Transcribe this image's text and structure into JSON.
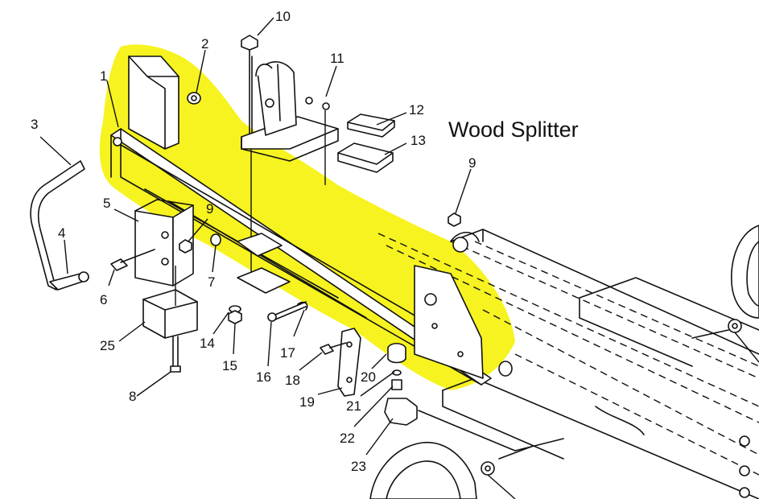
{
  "title": "Wood Splitter",
  "highlight_color": "#F6F320",
  "callouts": [
    {
      "id": "1",
      "label": "1"
    },
    {
      "id": "2",
      "label": "2"
    },
    {
      "id": "3",
      "label": "3"
    },
    {
      "id": "4",
      "label": "4"
    },
    {
      "id": "5",
      "label": "5"
    },
    {
      "id": "6",
      "label": "6"
    },
    {
      "id": "7",
      "label": "7"
    },
    {
      "id": "8",
      "label": "8"
    },
    {
      "id": "9a",
      "label": "9"
    },
    {
      "id": "9b",
      "label": "9"
    },
    {
      "id": "10",
      "label": "10"
    },
    {
      "id": "11",
      "label": "11"
    },
    {
      "id": "12",
      "label": "12"
    },
    {
      "id": "13",
      "label": "13"
    },
    {
      "id": "14",
      "label": "14"
    },
    {
      "id": "15",
      "label": "15"
    },
    {
      "id": "16",
      "label": "16"
    },
    {
      "id": "17",
      "label": "17"
    },
    {
      "id": "18",
      "label": "18"
    },
    {
      "id": "19",
      "label": "19"
    },
    {
      "id": "20",
      "label": "20"
    },
    {
      "id": "21",
      "label": "21"
    },
    {
      "id": "22",
      "label": "22"
    },
    {
      "id": "23",
      "label": "23"
    },
    {
      "id": "25",
      "label": "25"
    }
  ]
}
